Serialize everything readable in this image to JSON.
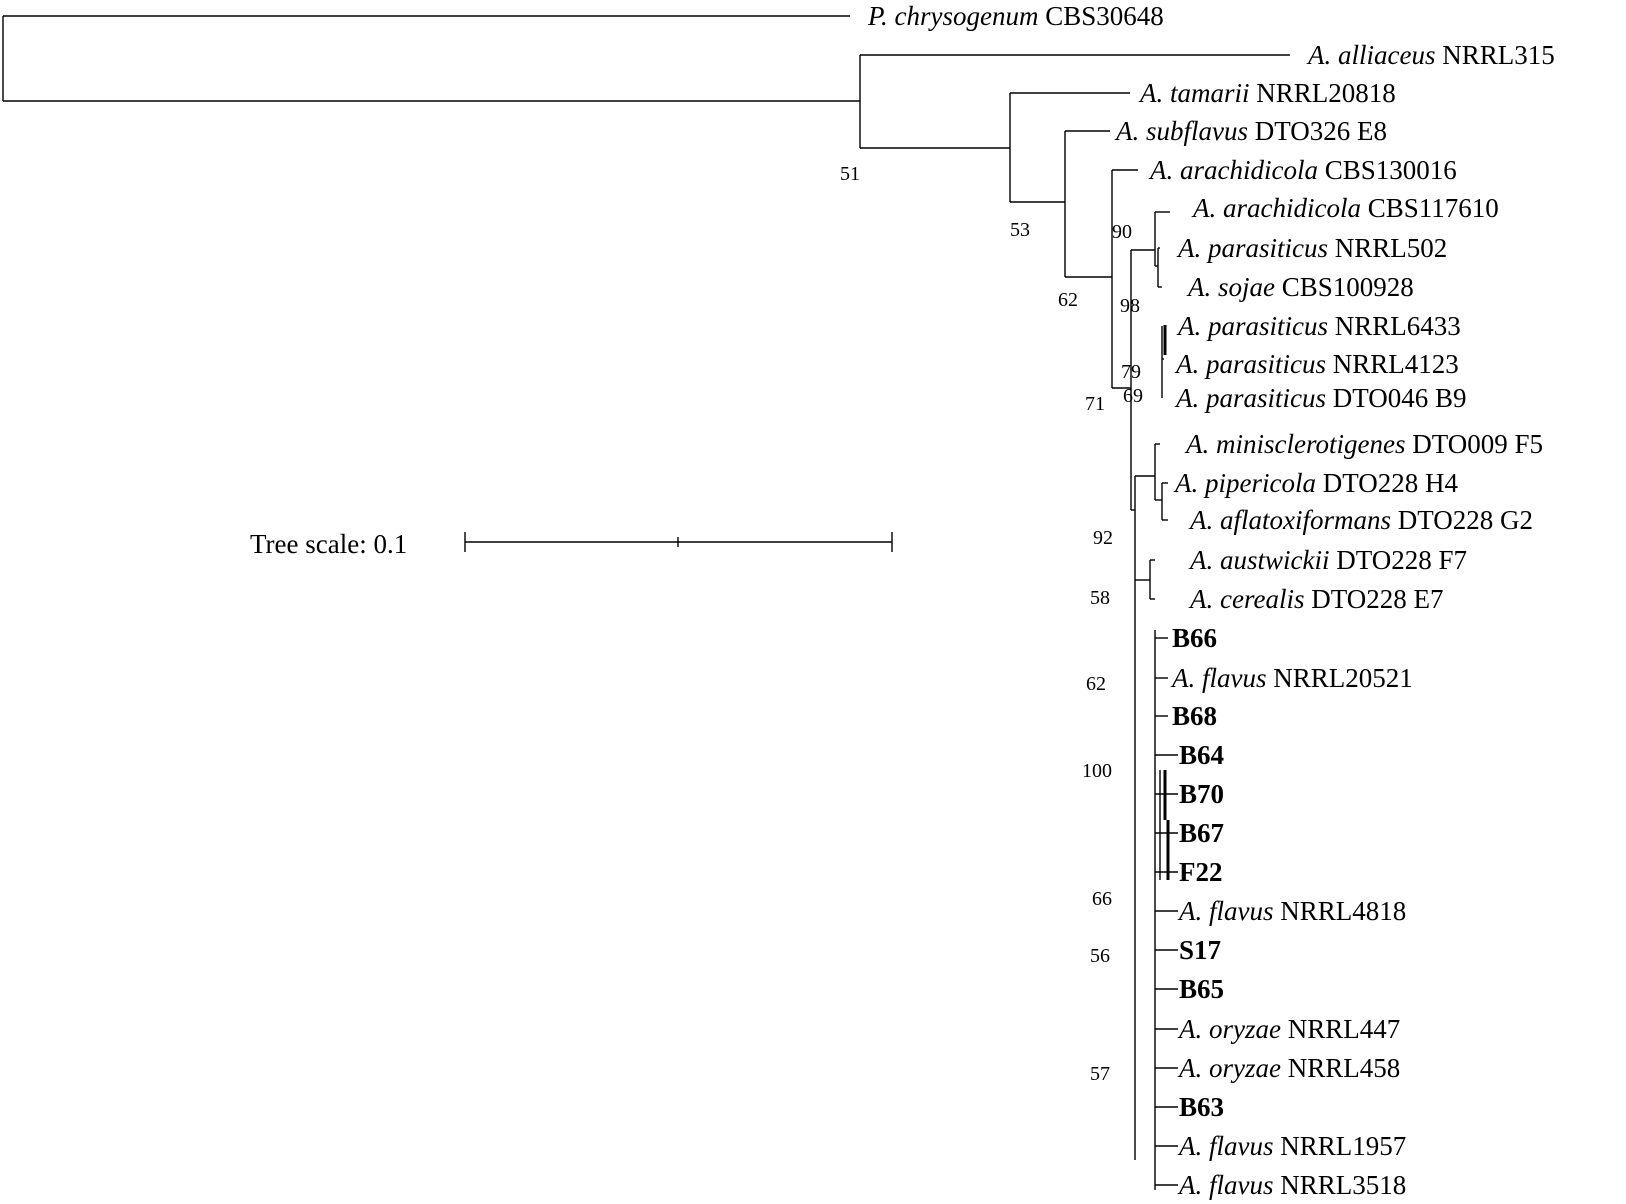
{
  "tree": {
    "leaves": [
      {
        "genus": "P. chrysogenum",
        "strain": "CBS30648",
        "bold": false
      },
      {
        "genus": "A. alliaceus",
        "strain": "NRRL315",
        "bold": false
      },
      {
        "genus": "A. tamarii",
        "strain": "NRRL20818",
        "bold": false
      },
      {
        "genus": "A. subflavus",
        "strain": "DTO326 E8",
        "bold": false
      },
      {
        "genus": "A. arachidicola",
        "strain": "CBS130016",
        "bold": false
      },
      {
        "genus": "A. arachidicola",
        "strain": "CBS117610",
        "bold": false
      },
      {
        "genus": "A. parasiticus",
        "strain": "NRRL502",
        "bold": false
      },
      {
        "genus": "A. sojae",
        "strain": "CBS100928",
        "bold": false
      },
      {
        "genus": "A. parasiticus",
        "strain": "NRRL6433",
        "bold": false
      },
      {
        "genus": "A. parasiticus",
        "strain": "NRRL4123",
        "bold": false
      },
      {
        "genus": "A. parasiticus",
        "strain": "DTO046 B9",
        "bold": false
      },
      {
        "genus": "A. minisclerotigenes",
        "strain": "DTO009 F5",
        "bold": false
      },
      {
        "genus": "A. pipericola",
        "strain": "DTO228 H4",
        "bold": false
      },
      {
        "genus": "A. aflatoxiformans",
        "strain": "DTO228 G2",
        "bold": false
      },
      {
        "genus": "A. austwickii",
        "strain": "DTO228 F7",
        "bold": false
      },
      {
        "genus": "A. cerealis",
        "strain": "DTO228 E7",
        "bold": false
      },
      {
        "genus": "",
        "strain": "B66",
        "bold": true
      },
      {
        "genus": "A. flavus",
        "strain": "NRRL20521",
        "bold": false
      },
      {
        "genus": "",
        "strain": "B68",
        "bold": true
      },
      {
        "genus": "",
        "strain": "B64",
        "bold": true
      },
      {
        "genus": "",
        "strain": "B70",
        "bold": true
      },
      {
        "genus": "",
        "strain": "B67",
        "bold": true
      },
      {
        "genus": "",
        "strain": "F22",
        "bold": true
      },
      {
        "genus": "A. flavus",
        "strain": "NRRL4818",
        "bold": false
      },
      {
        "genus": "",
        "strain": "S17",
        "bold": true
      },
      {
        "genus": "",
        "strain": "B65",
        "bold": true
      },
      {
        "genus": "A. oryzae",
        "strain": "NRRL447",
        "bold": false
      },
      {
        "genus": "A. oryzae",
        "strain": "NRRL458",
        "bold": false
      },
      {
        "genus": "",
        "strain": "B63",
        "bold": true
      },
      {
        "genus": "A. flavus",
        "strain": "NRRL1957",
        "bold": false
      },
      {
        "genus": "A. flavus",
        "strain": "NRRL3518",
        "bold": false
      }
    ],
    "bootstrap": [
      "51",
      "53",
      "62",
      "90",
      "98",
      "79",
      "69",
      "71",
      "92",
      "58",
      "62",
      "100",
      "66",
      "56",
      "57"
    ],
    "scale_label": "Tree scale: 0.1"
  }
}
